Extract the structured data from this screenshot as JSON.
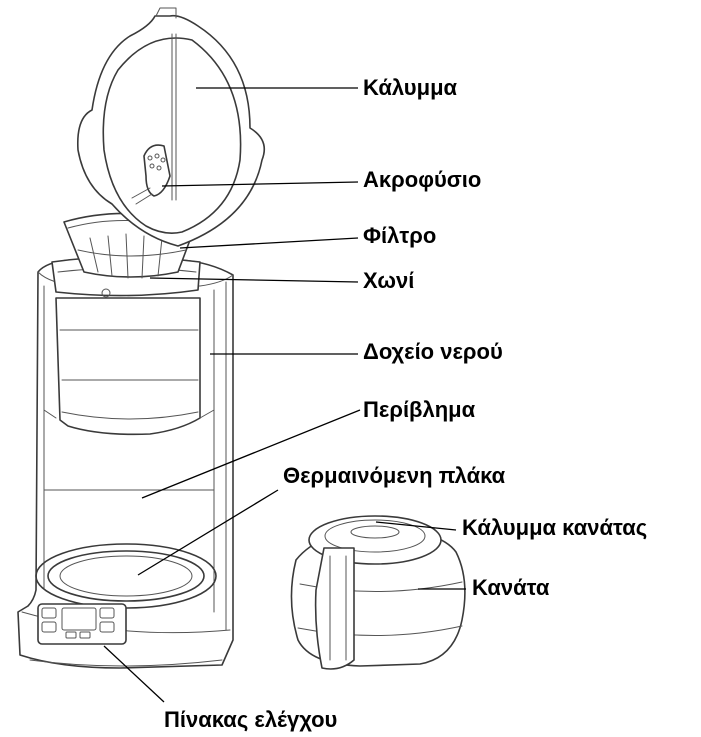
{
  "labels": {
    "lid": "Κάλυμμα",
    "nozzle": "Ακροφύσιο",
    "filter": "Φίλτρο",
    "funnel": "Χωνί",
    "water_tank": "Δοχείο νερού",
    "housing": "Περίβλημα",
    "heating_plate": "Θερμαινόμενη πλάκα",
    "carafe_lid": "Κάλυμμα κανάτας",
    "carafe": "Κανάτα",
    "control_panel": "Πίνακας ελέγχου"
  }
}
